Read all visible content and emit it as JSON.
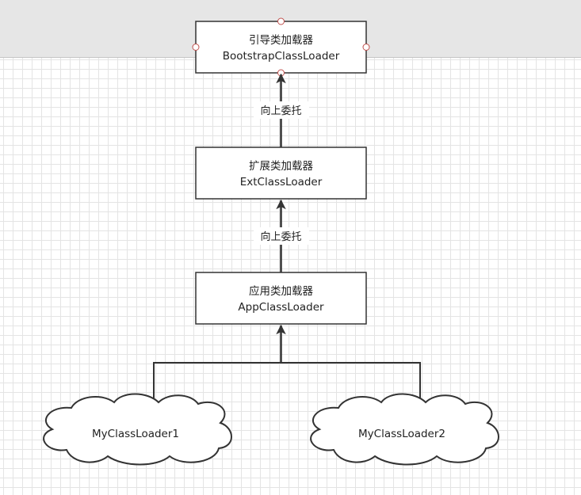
{
  "nodes": {
    "bootstrap": {
      "title": "引导类加载器",
      "subtitle": "BootstrapClassLoader"
    },
    "ext": {
      "title": "扩展类加载器",
      "subtitle": "ExtClassLoader"
    },
    "app": {
      "title": "应用类加载器",
      "subtitle": "AppClassLoader"
    },
    "custom1": {
      "label": "MyClassLoader1"
    },
    "custom2": {
      "label": "MyClassLoader2"
    }
  },
  "edges": {
    "ext_to_bootstrap": {
      "label": "向上委托"
    },
    "app_to_ext": {
      "label": "向上委托"
    }
  },
  "colors": {
    "stroke": "#333333",
    "selection_handle": "#c0504d"
  }
}
